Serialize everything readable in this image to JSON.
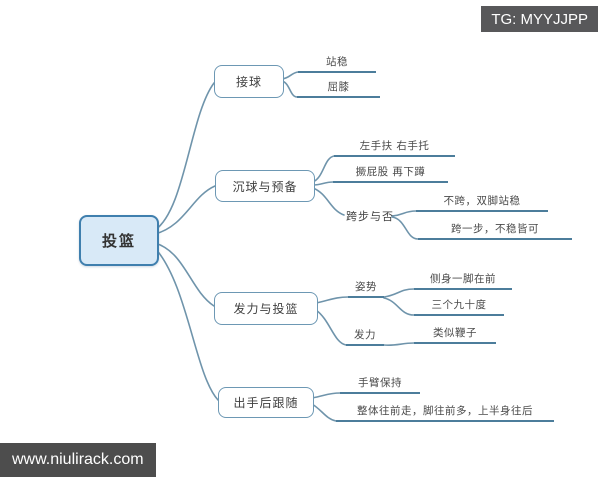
{
  "colors": {
    "root_fill": "#d8e9f7",
    "root_border": "#3f7fae",
    "branch_border": "#6d98b4",
    "connector_line": "#6f94ab",
    "leaf_underline": "#4c7d9b",
    "watermark_top_bg": "#58585a",
    "watermark_bottom_bg": "#4d4d4d"
  },
  "watermarks": {
    "top_right": "TG: MYYJJPP",
    "bottom_left": "www.niulirack.com"
  },
  "mindmap": {
    "root": {
      "label": "投篮"
    },
    "branches": [
      {
        "label": "接球",
        "children": [
          {
            "label": "站稳"
          },
          {
            "label": "屈膝"
          }
        ]
      },
      {
        "label": "沉球与预备",
        "children": [
          {
            "label": "左手扶 右手托"
          },
          {
            "label": "撅屁股 再下蹲"
          },
          {
            "label": "跨步与否",
            "children": [
              {
                "label": "不跨，双脚站稳"
              },
              {
                "label": "跨一步，不稳皆可"
              }
            ]
          }
        ]
      },
      {
        "label": "发力与投篮",
        "children": [
          {
            "label": "姿势",
            "children": [
              {
                "label": "侧身一脚在前"
              },
              {
                "label": "三个九十度"
              }
            ]
          },
          {
            "label": "发力",
            "children": [
              {
                "label": "类似鞭子"
              }
            ]
          }
        ]
      },
      {
        "label": "出手后跟随",
        "children": [
          {
            "label": "手臂保持"
          },
          {
            "label": "整体往前走，脚往前多，上半身往后"
          }
        ]
      }
    ]
  }
}
